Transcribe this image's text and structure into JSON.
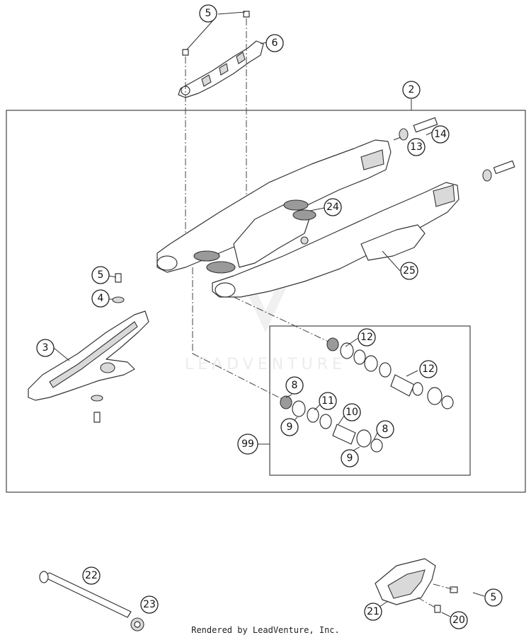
{
  "callouts": {
    "c5_top": "5",
    "c6": "6",
    "c2": "2",
    "c14": "14",
    "c13": "13",
    "c24": "24",
    "c25": "25",
    "c5_left": "5",
    "c4": "4",
    "c3": "3",
    "c12_a": "12",
    "c12_b": "12",
    "c8_a": "8",
    "c11": "11",
    "c10": "10",
    "c8_b": "8",
    "c9_a": "9",
    "c9_b": "9",
    "c99": "99",
    "c22": "22",
    "c23": "23",
    "c21": "21",
    "c20": "20",
    "c5_bottom": "5"
  },
  "watermark": "LEADVENTURE",
  "caption": "Rendered by LeadVenture, Inc."
}
